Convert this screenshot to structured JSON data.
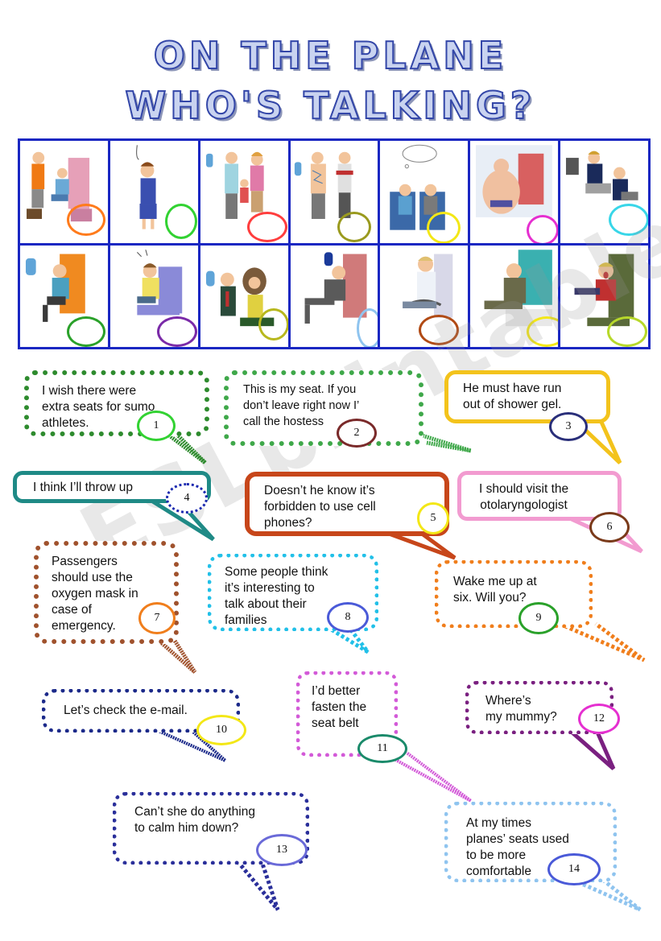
{
  "title": {
    "line1": "ON THE PLANE",
    "line2": "WHO'S TALKING?"
  },
  "pictures": [
    {
      "name": "stewardess-serving-picture",
      "ring": "#ff7b1c"
    },
    {
      "name": "stewardess-phone-picture",
      "ring": "#32d232"
    },
    {
      "name": "family-standing-picture",
      "ring": "#ff3d3d"
    },
    {
      "name": "tattoo-man-picture",
      "ring": "#9a9a1e"
    },
    {
      "name": "thinking-passengers-picture",
      "ring": "#f3e716"
    },
    {
      "name": "sumo-wrestler-picture",
      "ring": "#e52fd0"
    },
    {
      "name": "businessman-laptop-picture",
      "ring": "#38d6e8"
    },
    {
      "name": "man-window-seat-picture",
      "ring": "#2aa12a"
    },
    {
      "name": "nervous-man-picture",
      "ring": "#7a2aa8"
    },
    {
      "name": "hairy-couple-picture",
      "ring": "#b8b81e"
    },
    {
      "name": "sleeping-man-picture",
      "ring": "#8fc4ef"
    },
    {
      "name": "seatbelt-man-picture",
      "ring": "#b14a14"
    },
    {
      "name": "old-man-seat-picture",
      "ring": "#f3e716"
    },
    {
      "name": "scared-passenger-picture",
      "ring": "#b7d82a"
    }
  ],
  "bubbles": [
    {
      "id": "1",
      "text": "I wish there were\nextra seats for sumo\nathletes.",
      "color": "#2e8b2e"
    },
    {
      "id": "2",
      "text": "This is my seat. If you\ndon’t leave right now I’\ncall the hostess",
      "color": "#3fa84a"
    },
    {
      "id": "3",
      "text": "He must have run\nout of shower gel.",
      "color": "#f3c31c"
    },
    {
      "id": "4",
      "text": "I think I’ll throw up",
      "color": "#1f8a86"
    },
    {
      "id": "5",
      "text": "Doesn’t he know it’s\nforbidden to use cell\nphones?",
      "color": "#c7461a"
    },
    {
      "id": "6",
      "text": "I should visit the\notolaryngologist",
      "color": "#f29bd0"
    },
    {
      "id": "7",
      "text": "Passengers\nshould use the\noxygen mask in\ncase of\nemergency.",
      "color": "#a0522d"
    },
    {
      "id": "8",
      "text": "Some people think\nit’s interesting to\ntalk about their\nfamilies",
      "color": "#22c0e8"
    },
    {
      "id": "9",
      "text": "Wake me up at\nsix. Will you?",
      "color": "#f07e1c"
    },
    {
      "id": "10",
      "text": "Let’s check the e-mail.",
      "color": "#1c2a8a"
    },
    {
      "id": "11",
      "text": "I’d better\nfasten the\nseat belt",
      "color": "#d35ad8"
    },
    {
      "id": "12",
      "text": "Where’s\nmy mummy?",
      "color": "#7a2080"
    },
    {
      "id": "13",
      "text": "Can’t she do anything\nto calm him down?",
      "color": "#2a2f9a"
    },
    {
      "id": "14",
      "text": "At my times\nplanes’ seats used\nto be more\ncomfortable",
      "color": "#8fc4ef"
    }
  ],
  "watermark": "ESLprintables.com"
}
